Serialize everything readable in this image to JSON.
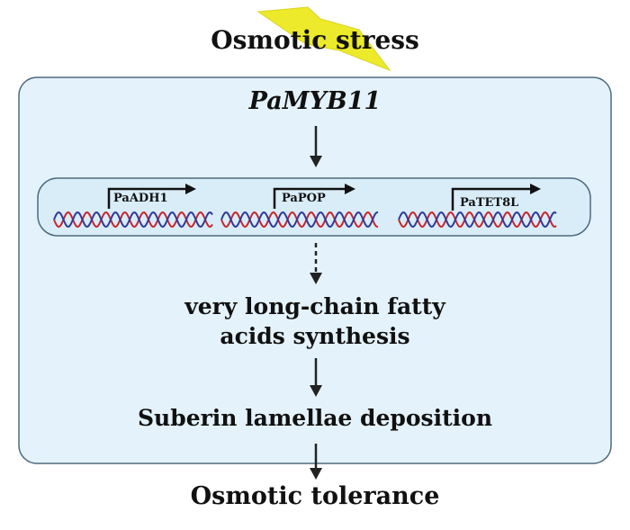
{
  "stimulus": "Osmotic stress",
  "regulator": "PaMYB11",
  "target_genes": [
    "PaADH1",
    "PaPOP",
    "PaTET8L"
  ],
  "downstream_steps": [
    "very long-chain fatty",
    "acids synthesis",
    "Suberin lamellae deposition"
  ],
  "outcome": "Osmotic tolerance",
  "colors": {
    "cell_fill": "#e4f2fb",
    "cell_border": "#4d6a7e",
    "lightning": "#ecea2a",
    "dna_strand_a": "#c8272c",
    "dna_strand_b": "#2f3a9b",
    "arrow": "#222222"
  }
}
